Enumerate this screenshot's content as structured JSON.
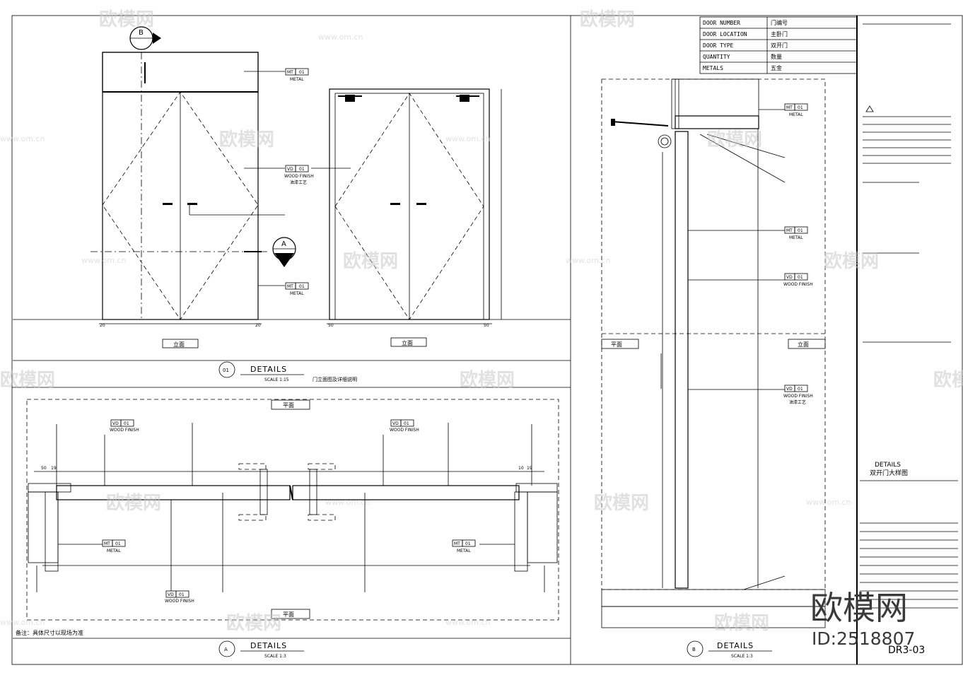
{
  "watermark": {
    "brand": "欧模网",
    "url": "www.om.cn"
  },
  "door_schedule": {
    "rows": [
      {
        "label": "DOOR NUMBER",
        "value": "门编号"
      },
      {
        "label": "DOOR LOCATION",
        "value": "主卧门"
      },
      {
        "label": "DOOR TYPE",
        "value": "双开门"
      },
      {
        "label": "QUANTITY",
        "value": "数量"
      },
      {
        "label": "METALS",
        "value": "五金"
      }
    ]
  },
  "views": {
    "elevation_left_tag": "立面",
    "elevation_right_tag": "立面",
    "plan_top_tag": "平面",
    "plan_bottom_tag": "平面",
    "section_left_tag": "平面",
    "section_right_tag": "立面",
    "dim_left": [
      "20",
      "20"
    ],
    "dim_right": [
      "50",
      "50"
    ],
    "dim_plan": [
      "50",
      "19",
      "19",
      "10"
    ]
  },
  "callouts": {
    "A": "A",
    "B": "B",
    "mt": "MT",
    "vd": "VD",
    "num": "01",
    "metal": "METAL",
    "wood_finish": "WOOD FINISH",
    "paint_grade": "油漆工艺"
  },
  "details": [
    {
      "num": "01",
      "title": "DETAILS",
      "scale": "SCALE 1:15",
      "note": "门立面图及详细说明"
    },
    {
      "num": "A",
      "title": "DETAILS",
      "scale": "SCALE 1:3",
      "note": ""
    },
    {
      "num": "B",
      "title": "DETAILS",
      "scale": "SCALE 1:3",
      "note": ""
    }
  ],
  "plan_note": "备注：具体尺寸以现场为准",
  "sheet_title": {
    "line1": "DETAILS",
    "line2": "双开门大样图"
  },
  "drawing_no": "DR3-03",
  "stamp": {
    "brand": "欧模网",
    "id": "ID:2518807"
  }
}
